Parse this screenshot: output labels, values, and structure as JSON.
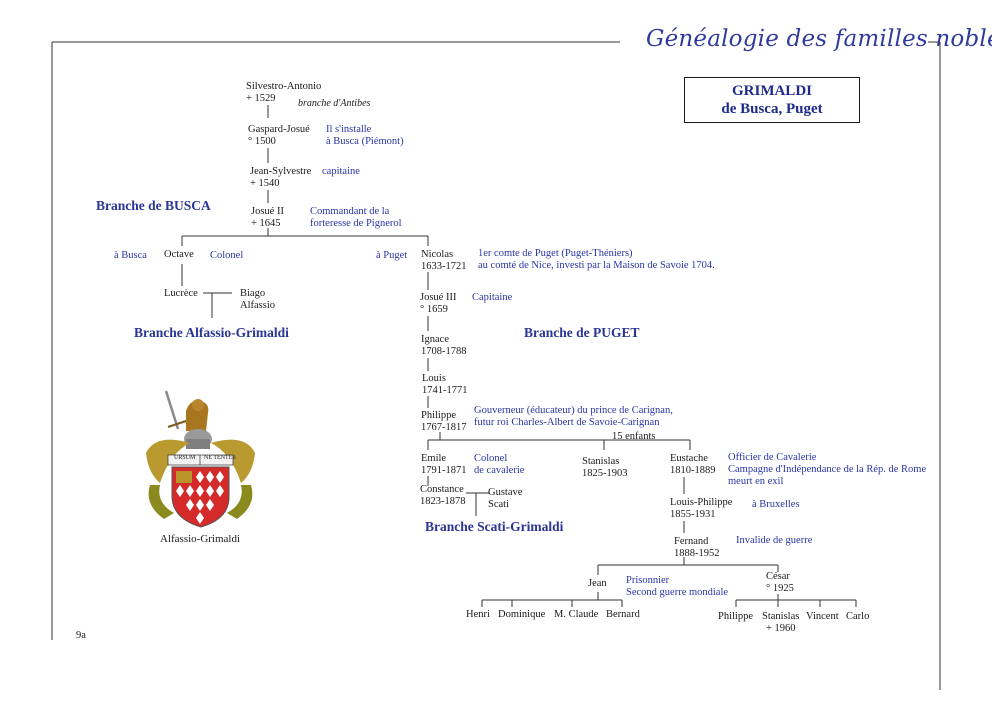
{
  "header": {
    "title": "Généalogie des familles nobles"
  },
  "title_box": {
    "line1": "GRIMALDI",
    "line2": "de Busca, Puget"
  },
  "page_number": "9a",
  "branches": {
    "busca": "Branche de BUSCA",
    "alfassio": "Branche Alfassio-Grimaldi",
    "puget": "Branche de PUGET",
    "scati": "Branche Scati-Grimaldi"
  },
  "people": {
    "silvestro": {
      "name": "Silvestro-Antonio",
      "dates": "+ 1529",
      "note": "branche d'Antibes"
    },
    "gaspard": {
      "name": "Gaspard-Josué",
      "dates": "° 1500",
      "note1": "Il s'installe",
      "note2": "à Busca (Piémont)"
    },
    "jean_sylvestre": {
      "name": "Jean-Sylvestre",
      "dates": "+ 1540",
      "note": "capitaine"
    },
    "josue2": {
      "name": "Josué II",
      "dates": "+ 1645",
      "note1": "Commandant de la",
      "note2": "forteresse de Pignerol"
    },
    "octave": {
      "name": "Octave",
      "place": "à Busca",
      "note": "Colonel"
    },
    "lucrece": {
      "name": "Lucrèce"
    },
    "biago": {
      "name1": "Biago",
      "name2": "Alfassio"
    },
    "nicolas": {
      "name": "Nicolas",
      "dates": "1633-1721",
      "place": "à Puget",
      "note1": "1er comte de Puget (Puget-Théniers)",
      "note2": "au comté de Nice, investi par la Maison de Savoie 1704."
    },
    "josue3": {
      "name": "Josué III",
      "dates": "° 1659",
      "note": "Capitaine"
    },
    "ignace": {
      "name": "Ignace",
      "dates": "1708-1788"
    },
    "louis": {
      "name": "Louis",
      "dates": "1741-1771"
    },
    "philippe": {
      "name": "Philippe",
      "dates": "1767-1817",
      "note1": "Gouverneur (éducateur) du prince de Carignan,",
      "note2": "futur roi Charles-Albert de Savoie-Carignan"
    },
    "enfants": "15 enfants",
    "emile": {
      "name": "Emile",
      "dates": "1791-1871",
      "note1": "Colonel",
      "note2": "de cavalerie"
    },
    "stanislas_a": {
      "name": "Stanislas",
      "dates": "1825-1903"
    },
    "eustache": {
      "name": "Eustache",
      "dates": "1810-1889",
      "note1": "Officier de Cavalerie",
      "note2": "Campagne d'Indépendance de la Rép. de Rome",
      "note3": "meurt en exil"
    },
    "constance": {
      "name": "Constance",
      "dates": "1823-1878"
    },
    "gustave": {
      "name1": "Gustave",
      "name2": "Scati"
    },
    "louis_philippe": {
      "name": "Louis-Philippe",
      "dates": "1855-1931",
      "note": "à Bruxelles"
    },
    "fernand": {
      "name": "Fernand",
      "dates": "1888-1952",
      "note": "Invalide de guerre"
    },
    "jean": {
      "name": "Jean",
      "note1": "Prisonnier",
      "note2": "Second guerre mondiale"
    },
    "cesar": {
      "name": "César",
      "dates": "° 1925"
    },
    "henri": "Henri",
    "dominique": "Dominique",
    "mclaude": "M. Claude",
    "bernard": "Bernard",
    "philippe_b": "Philippe",
    "stanislas_b": {
      "name": "Stanislas",
      "dates": "+ 1960"
    },
    "vincent": "Vincent",
    "carlo": "Carlo"
  },
  "crest": {
    "caption": "Alfassio-Grimaldi",
    "motto_left": "URSUM",
    "motto_right": "NE TENTES"
  }
}
